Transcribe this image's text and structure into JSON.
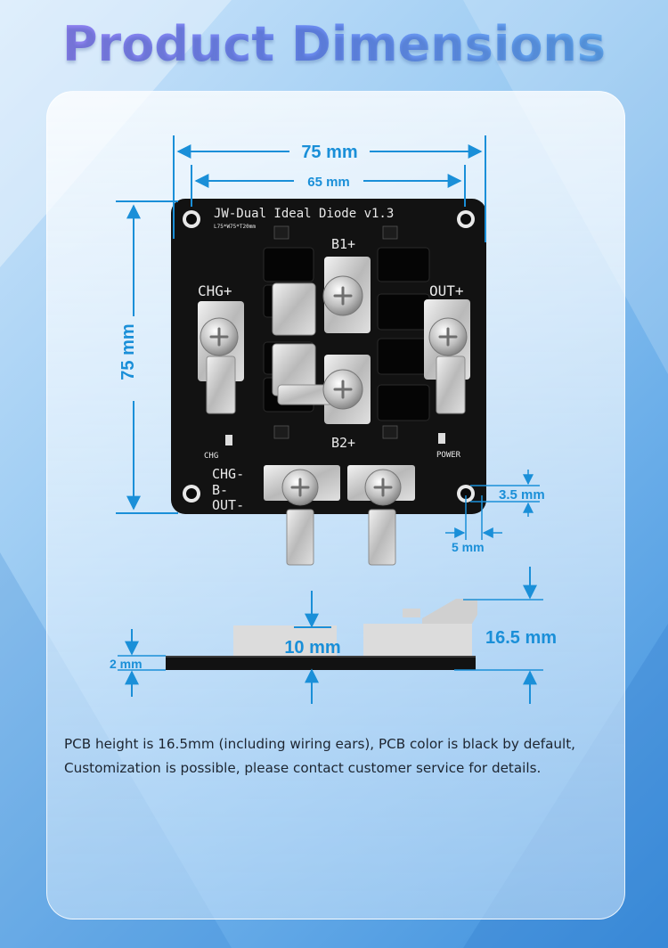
{
  "page": {
    "title": "Product Dimensions"
  },
  "colors": {
    "dimension": "#1a8fd8",
    "pcb": "#121212",
    "title_start": "#9a7ff0",
    "title_end": "#5fb0f0"
  },
  "board": {
    "name": "JW-Dual Ideal Diode v1.3",
    "size_code": "L75*W75*T20mm",
    "labels": {
      "b1": "B1+",
      "b2": "B2+",
      "chg_plus": "CHG+",
      "out_plus": "OUT+",
      "chg_led": "CHG",
      "power_led": "POWER",
      "bottom_chg": "CHG-",
      "bottom_b": "B-",
      "bottom_out": "OUT-"
    }
  },
  "dimensions": {
    "width_outer": "75 mm",
    "width_inner": "65 mm",
    "height": "75 mm",
    "hole_offset_y": "3.5 mm",
    "hole_offset_x": "5 mm",
    "component_height": "10 mm",
    "total_height": "16.5 mm",
    "pcb_thickness": "2 mm"
  },
  "description": {
    "line1": "PCB height is 16.5mm (including wiring ears), PCB color is black by default,",
    "line2": "Customization is possible, please contact customer service for details."
  }
}
